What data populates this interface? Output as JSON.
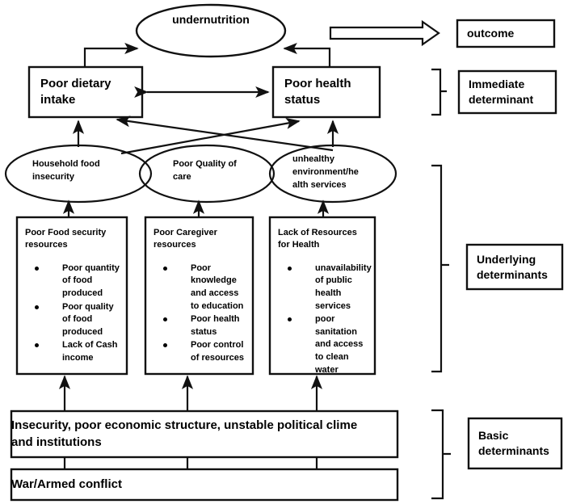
{
  "diagram": {
    "title_node": {
      "label": "undernutrition"
    },
    "outcome_arrow": {
      "name": "outcome-arrow"
    },
    "outcome_box": {
      "label": "outcome"
    },
    "immediate_level": {
      "bracket_label": "Immediate\ndeterminant",
      "bracket_label_line1": "Immediate",
      "bracket_label_line2": "determinant",
      "boxes": [
        {
          "line1": "Poor dietary",
          "line2": "intake"
        },
        {
          "line1": "Poor health",
          "line2": "status"
        }
      ]
    },
    "ellipses": [
      {
        "line1": "Household food",
        "line2": "insecurity",
        "line3": ""
      },
      {
        "line1": "Poor Quality of",
        "line2": "care",
        "line3": ""
      },
      {
        "line1": "unhealthy",
        "line2": "environment/he",
        "line3": "alth services"
      }
    ],
    "underlying_level": {
      "bracket_label_line1": "Underlying",
      "bracket_label_line2": "determinants",
      "boxes": [
        {
          "title_line1": "Poor Food security",
          "title_line2": "resources",
          "bullets": [
            "Poor quantity of food produced",
            "Poor quality of food produced",
            "Lack of Cash income"
          ]
        },
        {
          "title_line1": "Poor Caregiver",
          "title_line2": "resources",
          "bullets": [
            "Poor knowledge and access to education",
            "Poor health status",
            "Poor control of resources"
          ]
        },
        {
          "title_line1": "Lack of Resources",
          "title_line2": "for Health",
          "bullets": [
            "unavailability of public health services",
            "poor sanitation and access to clean water"
          ]
        }
      ]
    },
    "basic_level": {
      "bracket_label_line1": "Basic",
      "bracket_label_line2": "determinants",
      "boxes": [
        {
          "line1": "Insecurity, poor economic structure, unstable political clime",
          "line2": "and institutions"
        },
        {
          "line1": "War/Armed conflict",
          "line2": ""
        }
      ]
    },
    "colors": {
      "stroke": "#111111",
      "text": "#000000",
      "background": "#ffffff"
    }
  }
}
